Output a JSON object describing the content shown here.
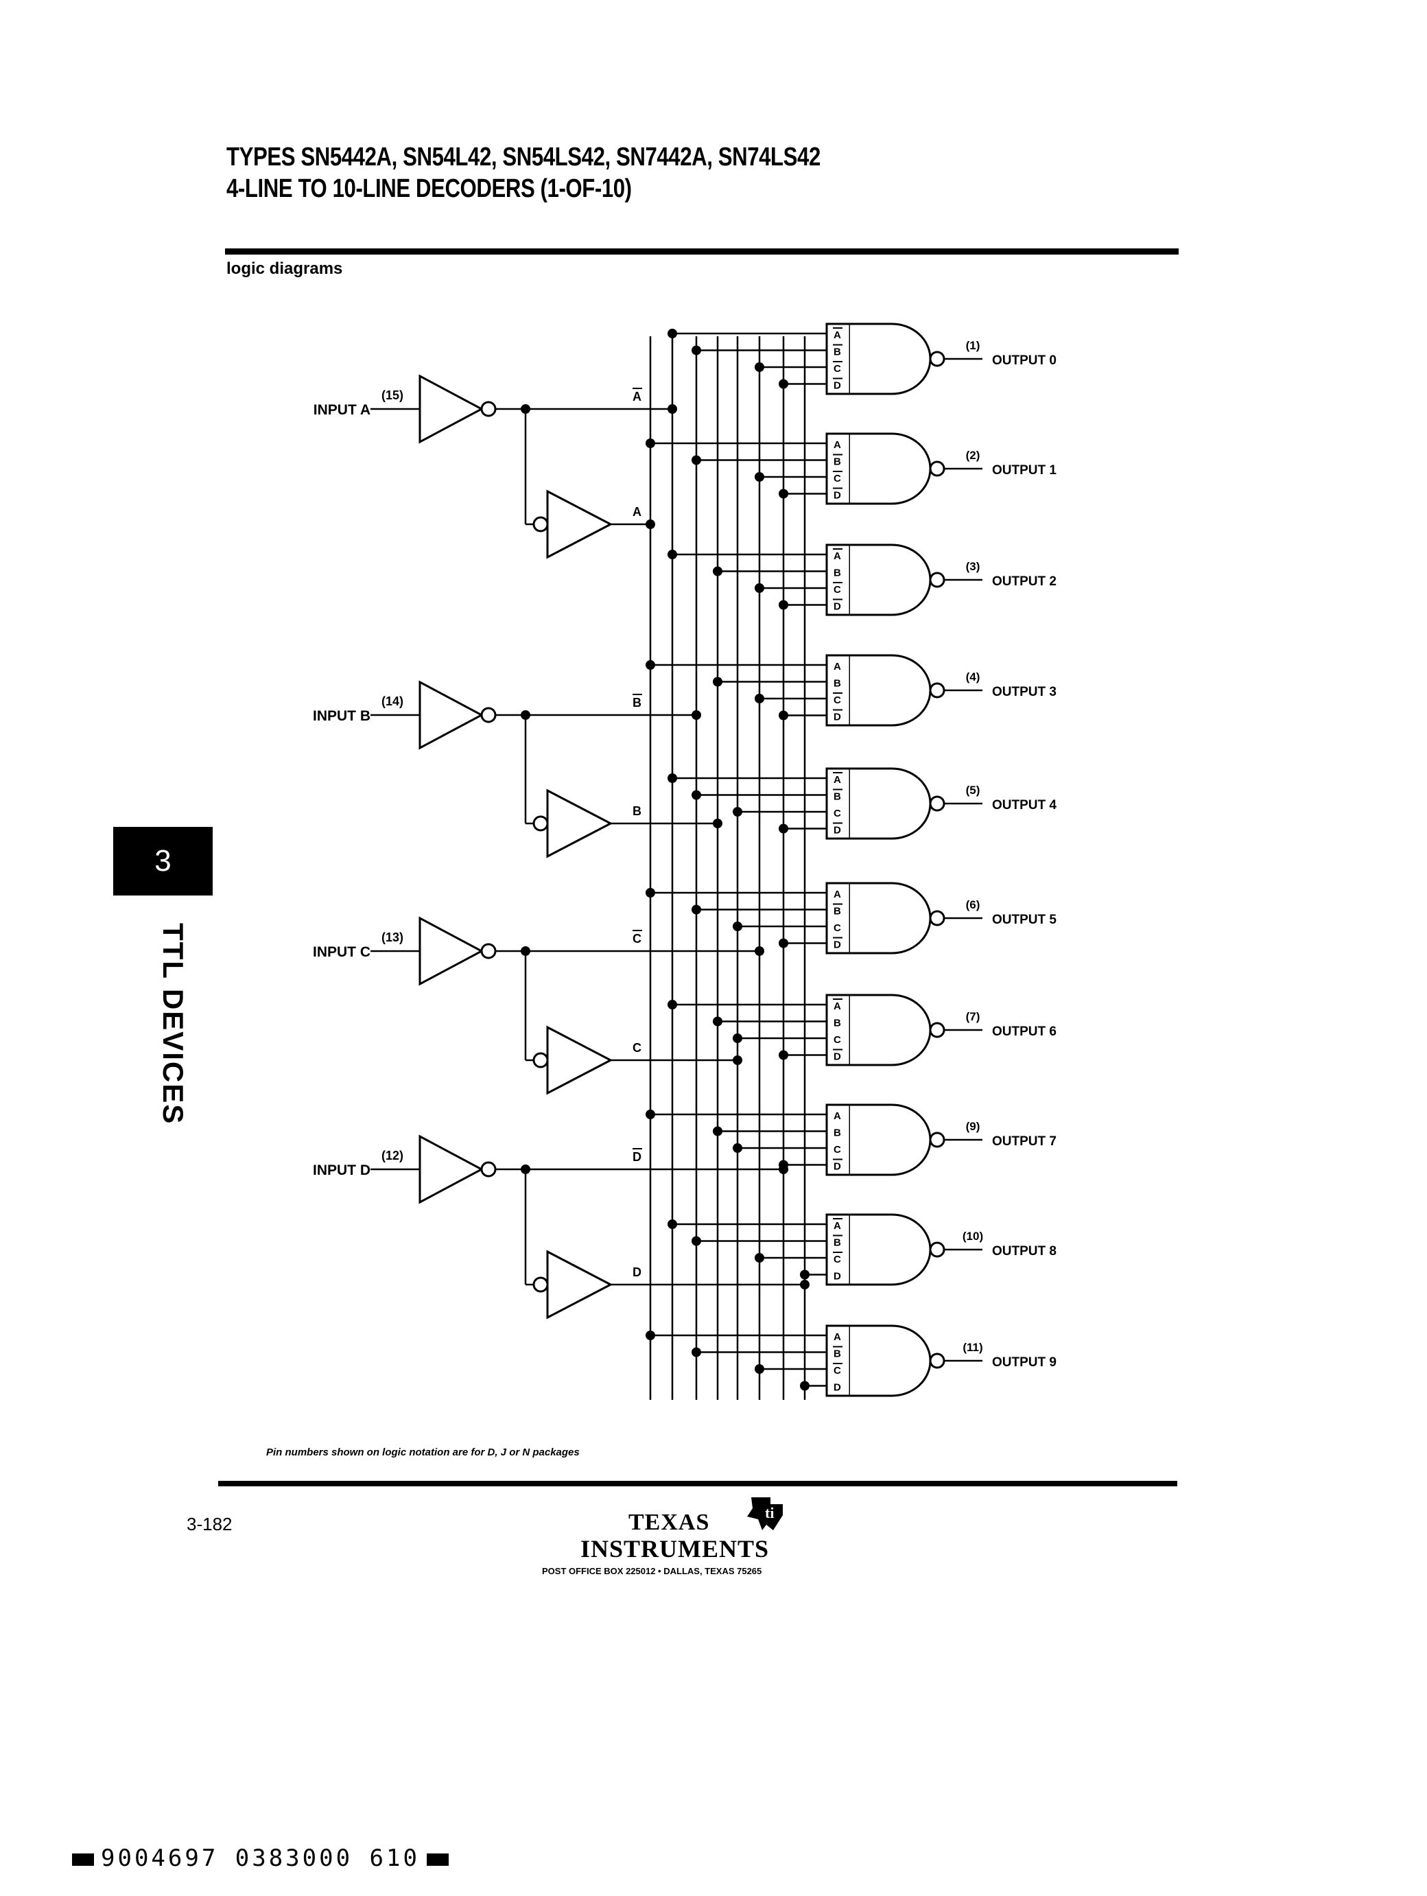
{
  "header": {
    "title_line1": "TYPES SN5442A, SN54L42, SN54LS42, SN7442A, SN74LS42",
    "title_line2": "4-LINE TO 10-LINE DECODERS (1-OF-10)"
  },
  "section_label": "logic diagrams",
  "side_tab": {
    "number": "3",
    "label": "TTL DEVICES"
  },
  "inputs": [
    {
      "label": "INPUT A",
      "pin": "(15)",
      "inv_signal": "A",
      "buf_signal": "A"
    },
    {
      "label": "INPUT B",
      "pin": "(14)",
      "inv_signal": "B",
      "buf_signal": "B"
    },
    {
      "label": "INPUT C",
      "pin": "(13)",
      "inv_signal": "C",
      "buf_signal": "C"
    },
    {
      "label": "INPUT D",
      "pin": "(12)",
      "inv_signal": "D",
      "buf_signal": "D"
    }
  ],
  "outputs": [
    {
      "label": "OUTPUT 0",
      "pin": "(1)",
      "inputs": [
        "A",
        "B",
        "C",
        "D"
      ],
      "inverted": [
        true,
        true,
        true,
        true
      ]
    },
    {
      "label": "OUTPUT 1",
      "pin": "(2)",
      "inputs": [
        "A",
        "B",
        "C",
        "D"
      ],
      "inverted": [
        false,
        true,
        true,
        true
      ]
    },
    {
      "label": "OUTPUT 2",
      "pin": "(3)",
      "inputs": [
        "A",
        "B",
        "C",
        "D"
      ],
      "inverted": [
        true,
        false,
        true,
        true
      ]
    },
    {
      "label": "OUTPUT 3",
      "pin": "(4)",
      "inputs": [
        "A",
        "B",
        "C",
        "D"
      ],
      "inverted": [
        false,
        false,
        true,
        true
      ]
    },
    {
      "label": "OUTPUT 4",
      "pin": "(5)",
      "inputs": [
        "A",
        "B",
        "C",
        "D"
      ],
      "inverted": [
        true,
        true,
        false,
        true
      ]
    },
    {
      "label": "OUTPUT 5",
      "pin": "(6)",
      "inputs": [
        "A",
        "B",
        "C",
        "D"
      ],
      "inverted": [
        false,
        true,
        false,
        true
      ]
    },
    {
      "label": "OUTPUT 6",
      "pin": "(7)",
      "inputs": [
        "A",
        "B",
        "C",
        "D"
      ],
      "inverted": [
        true,
        false,
        false,
        true
      ]
    },
    {
      "label": "OUTPUT 7",
      "pin": "(9)",
      "inputs": [
        "A",
        "B",
        "C",
        "D"
      ],
      "inverted": [
        false,
        false,
        false,
        true
      ]
    },
    {
      "label": "OUTPUT 8",
      "pin": "(10)",
      "inputs": [
        "A",
        "B",
        "C",
        "D"
      ],
      "inverted": [
        true,
        true,
        true,
        false
      ]
    },
    {
      "label": "OUTPUT 9",
      "pin": "(11)",
      "inputs": [
        "A",
        "B",
        "C",
        "D"
      ],
      "inverted": [
        false,
        true,
        true,
        false
      ]
    }
  ],
  "pin_note": "Pin numbers shown on logic notation are for D, J or N packages",
  "footer": {
    "page_number": "3-182",
    "brand_line1": "TEXAS",
    "brand_line2": "INSTRUMENTS",
    "address": "POST OFFICE BOX 225012 • DALLAS, TEXAS 75265",
    "barcode_text": "9004697 0383000 610"
  }
}
